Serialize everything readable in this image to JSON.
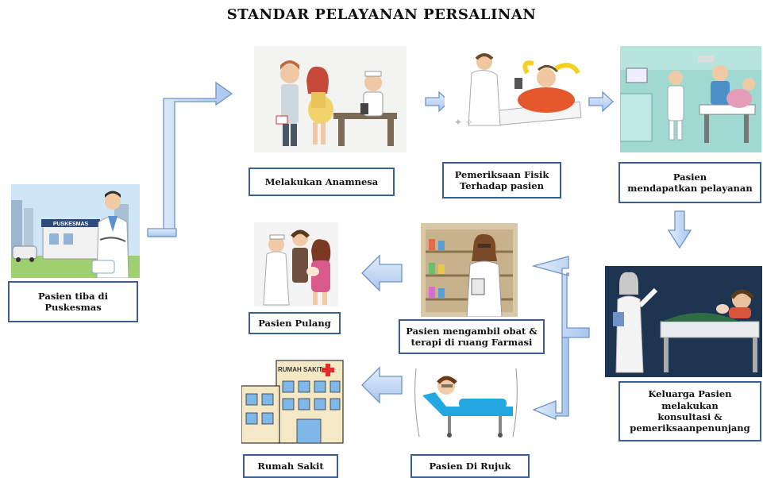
{
  "title": "STANDAR PELAYANAN PERSALINAN",
  "steps": {
    "arrival": "Pasien tiba di\nPuskesmas",
    "anamnesa": "Melakukan Anamnesa",
    "physical_exam": "Pemeriksaan Fisik\nTerhadap pasien",
    "service": "Pasien\nmendapatkan pelayanan",
    "consult": "Keluarga Pasien\nmelakukan\nkonsultasi &\npemeriksaanpenunjang",
    "pharmacy": "Pasien mengambil obat &\nterapi di ruang Farmasi",
    "discharge": "Pasien Pulang",
    "referred": "Pasien Di Rujuk",
    "hospital": "Rumah Sakit"
  },
  "image_text": {
    "puskesmas_sign": "PUSKESMAS",
    "hospital_sign": "RUMAH SAKIT"
  },
  "colors": {
    "arrow_fill": "#c6dbf5",
    "arrow_stroke": "#6f93c8",
    "box_border": "#3b5f93"
  }
}
